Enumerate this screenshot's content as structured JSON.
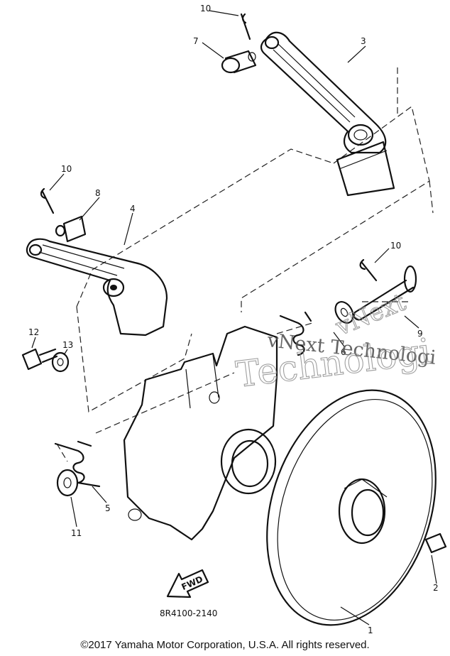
{
  "diagram": {
    "callouts": [
      "10",
      "7",
      "3",
      "10",
      "8",
      "4",
      "10",
      "9",
      "6",
      "12",
      "13",
      "5",
      "11",
      "1",
      "2"
    ],
    "direction_arrow_label": "FWD",
    "drawing_number": "8R4100-2140"
  },
  "watermark": {
    "line1": "vNext",
    "line2": "vNext Technologi",
    "line3": "Technologi"
  },
  "copyright": "©2017 Yamaha Motor Corporation, U.S.A. All rights reserved."
}
